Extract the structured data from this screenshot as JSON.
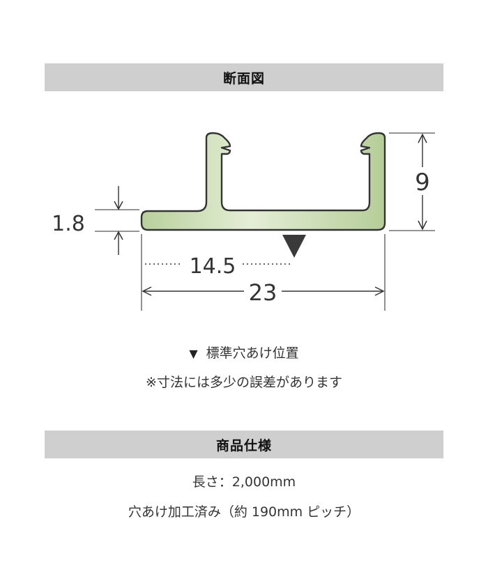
{
  "sections": {
    "cross_section_title": "断面図",
    "spec_title": "商品仕様"
  },
  "diagram": {
    "dim_height": "9",
    "dim_thickness": "1.8",
    "dim_hole_offset": "14.5",
    "dim_width": "23",
    "profile_color": "#c9dcb0",
    "marker_color": "#3a3a3a"
  },
  "notes": {
    "hole_marker_glyph": "▼",
    "hole_label": "標準穴あけ位置",
    "tolerance": "※寸法には多少の誤差があります"
  },
  "spec": {
    "length": "長さ：2,000mm",
    "hole": "穴あけ加工済み（約 190mm ピッチ）"
  }
}
